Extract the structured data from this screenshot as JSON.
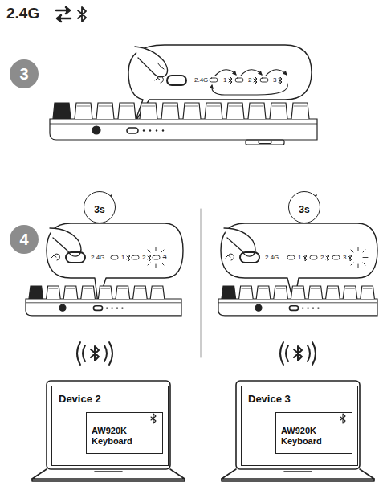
{
  "diagram": {
    "title": "2.4G",
    "nodes": [
      {
        "text": [
          "3"
        ]
      },
      {
        "text": [
          "4"
        ]
      },
      {
        "text": [
          "3s"
        ]
      },
      {
        "text": [
          "3s"
        ]
      },
      {
        "text": [
          "Device 2"
        ]
      },
      {
        "text": [
          "AW920K Keyboard"
        ],
        "in": 4
      },
      {
        "text": [
          "Device 3"
        ]
      },
      {
        "text": [
          "AW920K Keyboard"
        ],
        "in": 6
      }
    ],
    "labels": [
      "2.4G",
      "1",
      "2",
      "3",
      "2.4G",
      "1",
      "2",
      "3",
      "2.4G",
      "1",
      "2",
      "3"
    ]
  }
}
